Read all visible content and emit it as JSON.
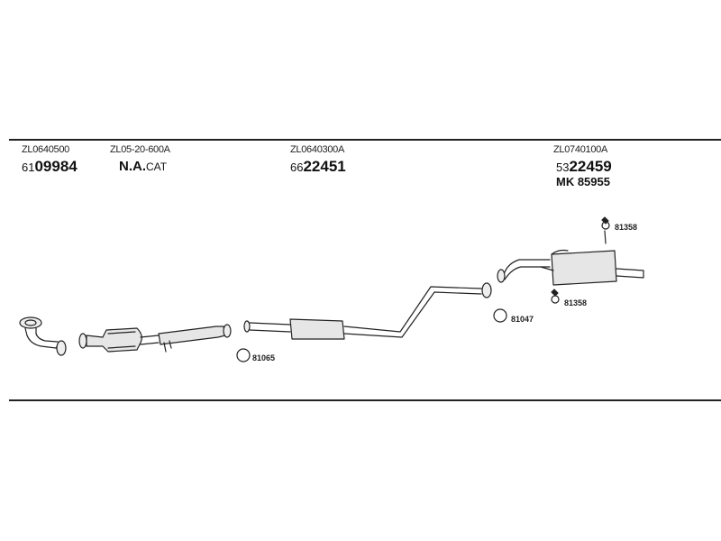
{
  "header_labels": {
    "col1_code": "ZL0640500",
    "col1_num_prefix": "61",
    "col1_num_main": "09984",
    "col2_code": "ZL05-20-600A",
    "col2_text_main": "N.A.",
    "col2_text_suffix": "CAT",
    "col3_code": "ZL0640300A",
    "col3_num_prefix": "66",
    "col3_num_main": "22451",
    "col4_code": "ZL0740100A",
    "col4_num_prefix": "53",
    "col4_num_main": "22459",
    "col4_mk": "MK  85955"
  },
  "part_labels": {
    "gasket_left": "81065",
    "ring_mid": "81047",
    "hanger_top": "81358",
    "hanger_bottom": "81358"
  },
  "colors": {
    "line": "#222222",
    "pipe_fill": "#e6e6e6"
  }
}
